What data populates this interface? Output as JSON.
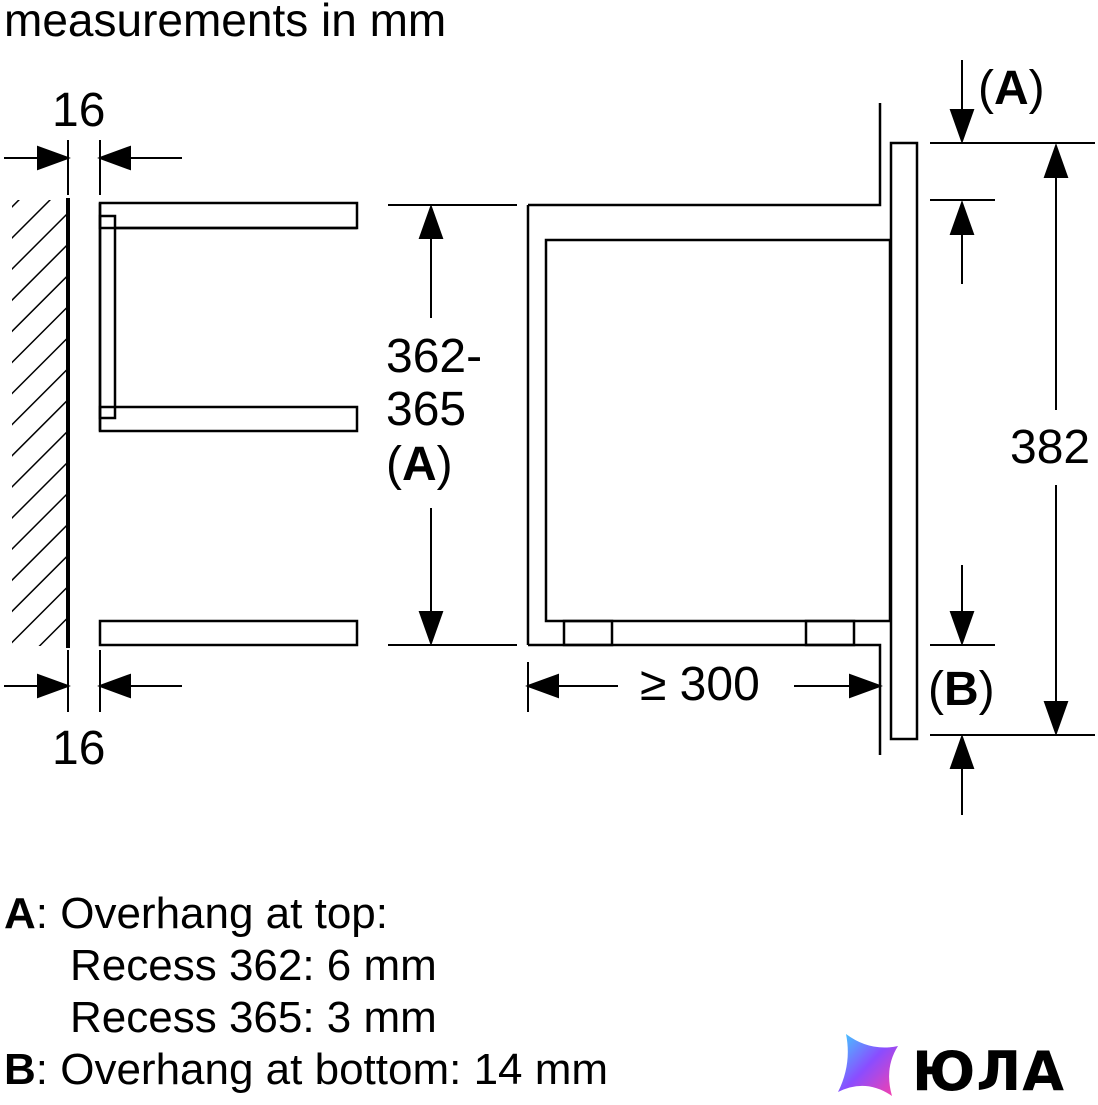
{
  "header": {
    "title": "measurements in mm"
  },
  "dims": {
    "top_gap": "16",
    "bottom_gap": "16",
    "recess_height_1": "362-",
    "recess_height_2": "365",
    "recess_height_ref": "A",
    "depth": "≥ 300",
    "total_height": "382",
    "overhang_top_ref": "A",
    "overhang_bottom_ref": "B"
  },
  "legend": {
    "a_key": "A",
    "a_text": ": Overhang at top:",
    "a_line2": "Recess 362: 6 mm",
    "a_line3": "Recess 365: 3 mm",
    "b_key": "B",
    "b_text": ": Overhang at bottom: 14 mm"
  },
  "logo": {
    "text": "ЮЛА"
  }
}
